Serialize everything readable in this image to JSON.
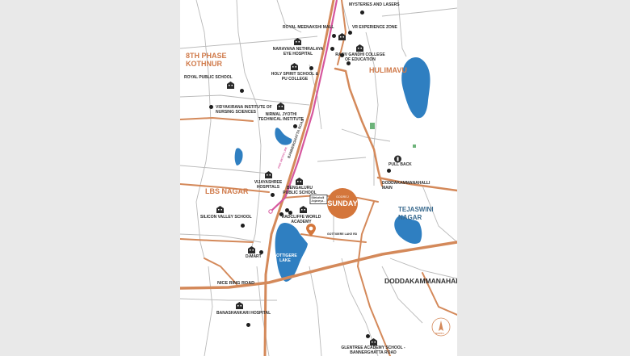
{
  "areas": {
    "kothnur": "8TH PHASE\nKOTHNUR",
    "hulimavu": "HULIMAVU",
    "lbs_nagar": "LBS NAGAR",
    "tejaswini_nagar": "TEJASWINI\nNAGAR",
    "doddakammanahalli": "DODDAKAMMANAHALLI"
  },
  "roads": {
    "bannerghatta": "BANNERGHATTA ROAD",
    "nice_ring": "NICE RING ROAD",
    "doddakammanahalli_main": "DODDAKAMMANAHALLI\nMAIN",
    "gottigere_lake_rd": "GOTTIGERE LAKE RD",
    "metro": "PINK METRO LINE"
  },
  "water": {
    "gottigere_lake": "GOTTIGERE\nLAKE"
  },
  "site": {
    "small": "GODREJ",
    "name": "SUNDAY",
    "nearby_tag": "Bilekahalli\nAnjaneya..."
  },
  "landmarks": [
    "MYSTERIES AND LASERS",
    "ROYAL MEENAKSHI MALL",
    "VR EXPERIENCE ZONE",
    "NARAYANA NETHRALAYA\nEYE HOSPITAL",
    "RAJIV GANDHI COLLEGE\nOF EDUCATION",
    "HOLY SPIRIT SCHOOL &\nPU COLLEGE",
    "ROYAL PUBLIC SCHOOL",
    "VIDYAKIRANA INSTITUTE OF\nNURSING SCIENCES",
    "NIRMAL JYOTHI\nTECHNICAL INSTITUTE",
    "PULL BACK",
    "VIJAYASHREE\nHOSPITALS",
    "BENGALURU\nPUBLIC SCHOOL",
    "SILICON VALLEY SCHOOL",
    "RADCLIFFE WORLD\nACADEMY",
    "D-MART",
    "BANASHANKARI HOSPITAL",
    "GLENTREE ACADEMY SCHOOL -\nBANNERGHATTA ROAD"
  ],
  "colors": {
    "road": "#d4895a",
    "water": "#2f7fc1",
    "metro": "#d6579e",
    "site": "#d4763b"
  },
  "compass_label": "NORTH"
}
